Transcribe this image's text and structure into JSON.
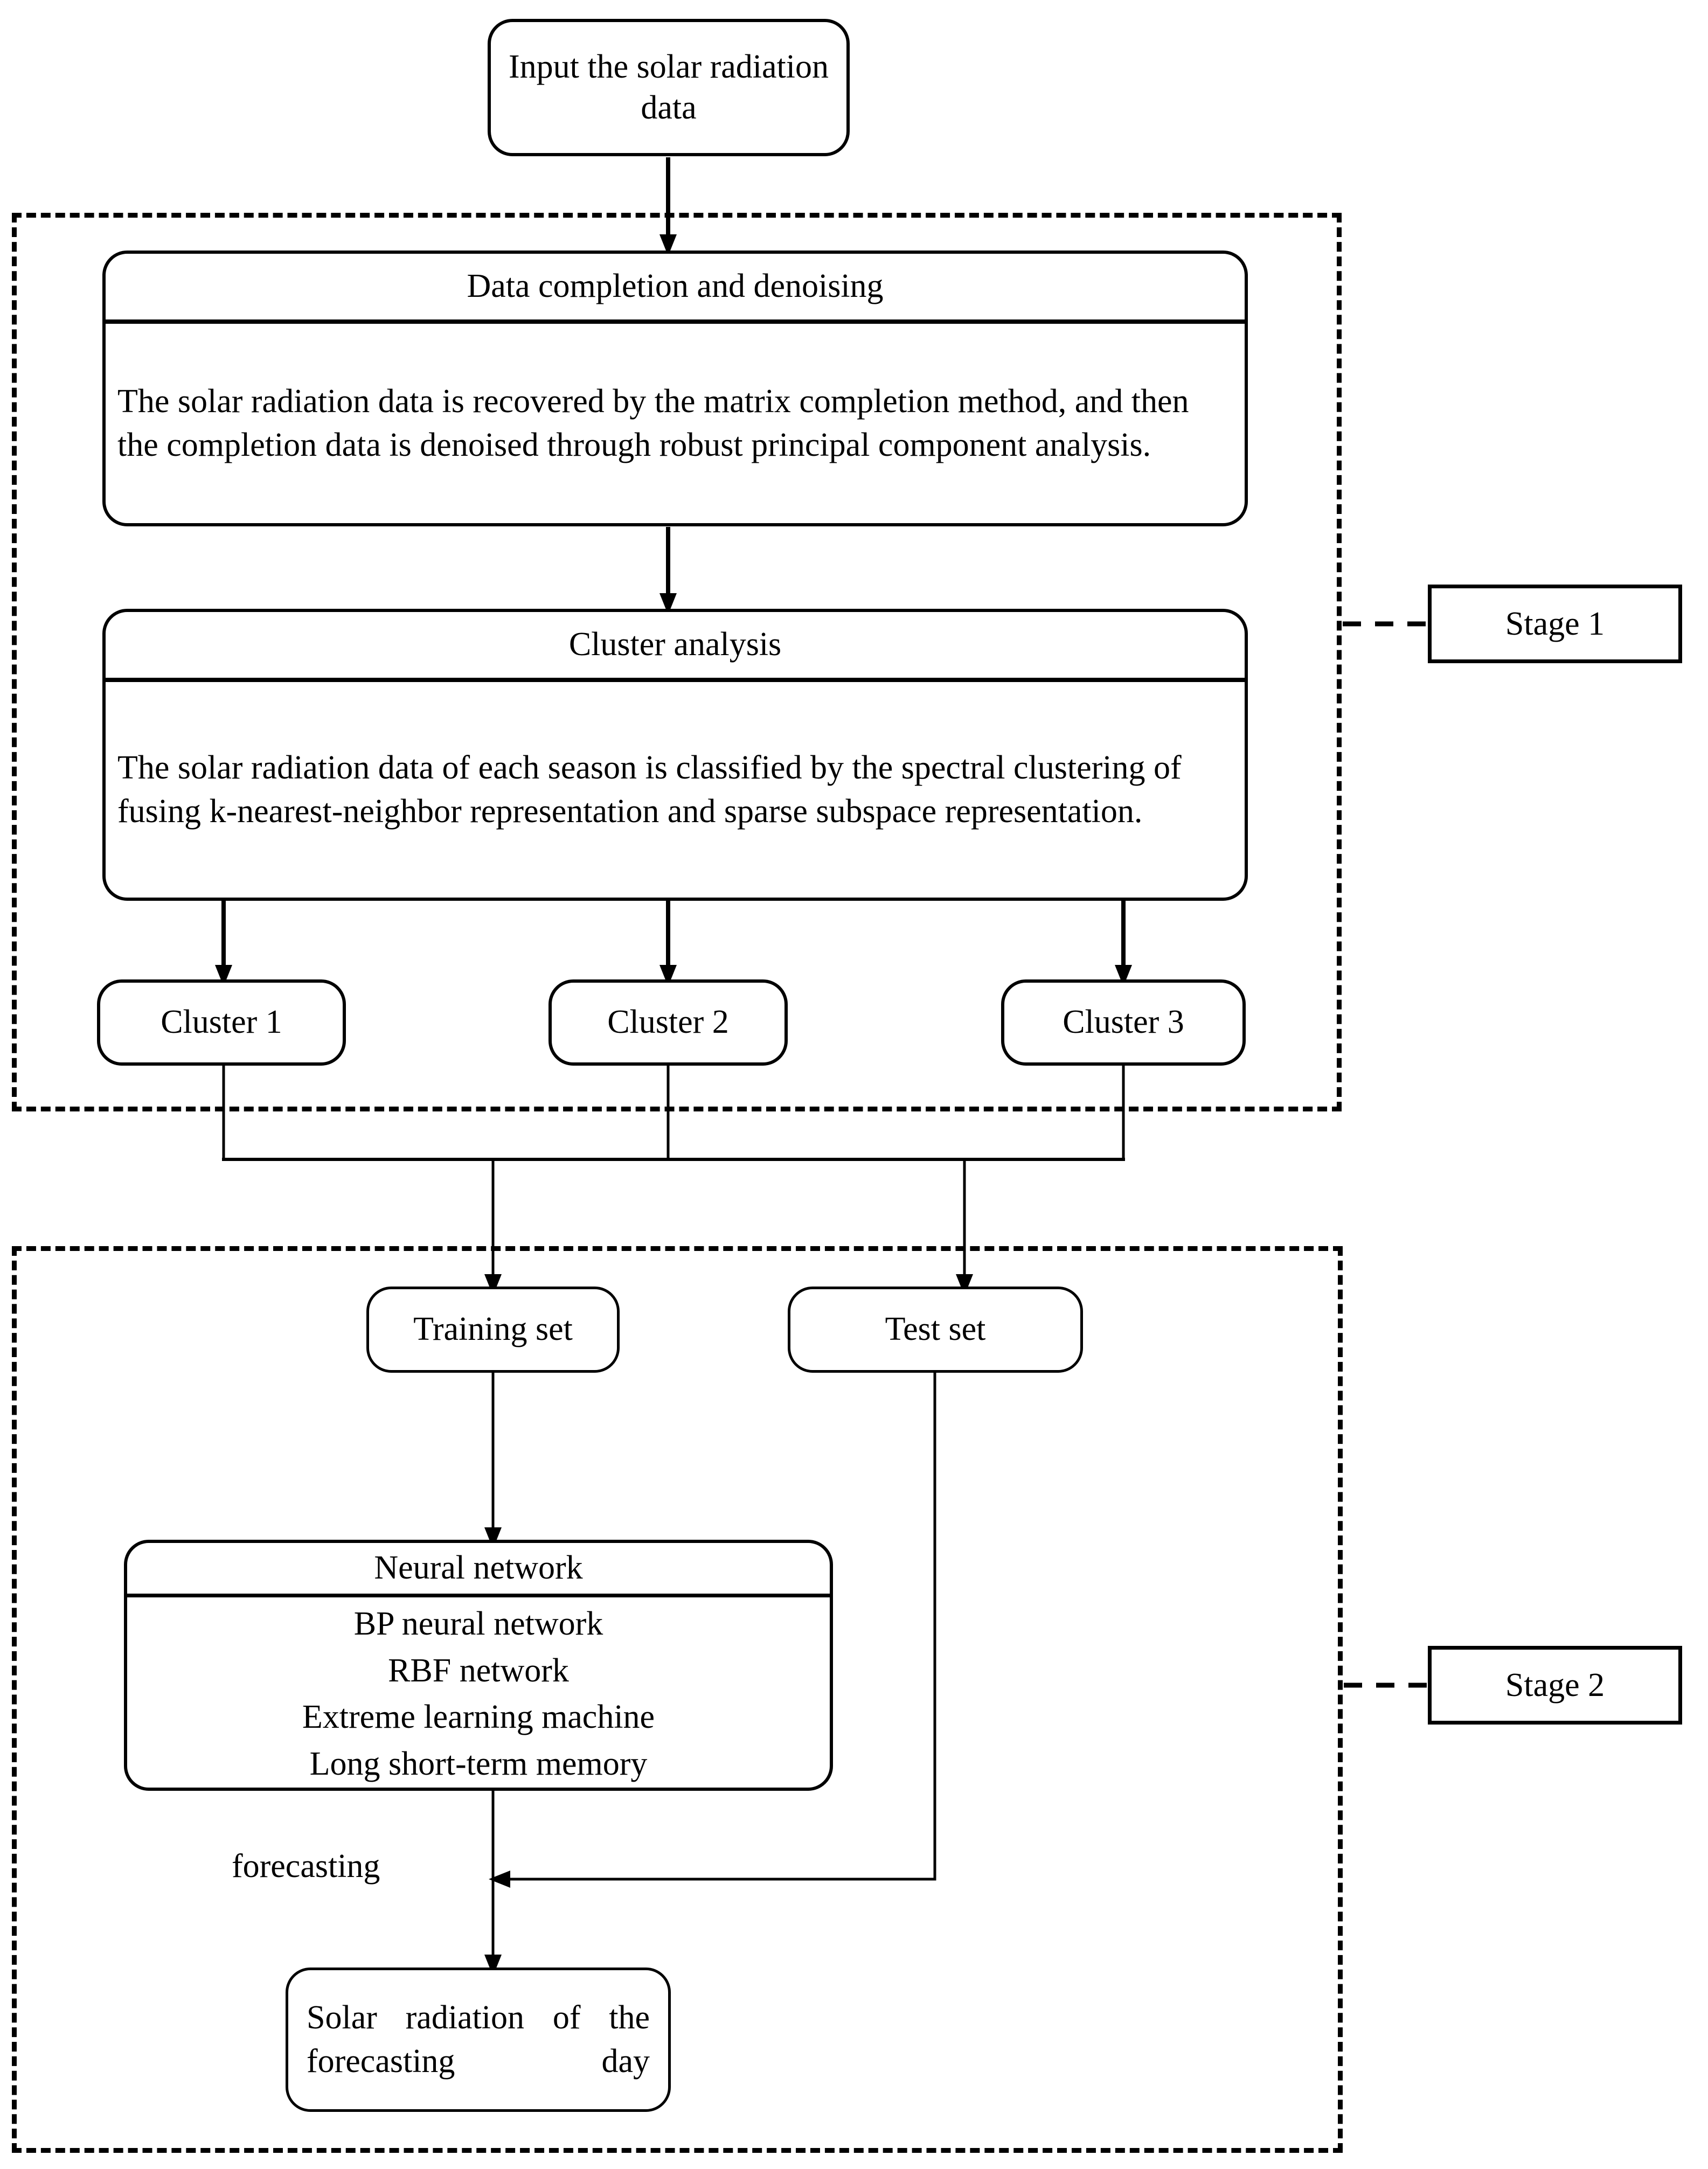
{
  "diagram": {
    "title": "Two-stage solar radiation forecasting flowchart",
    "stroke_color": "#000000",
    "background_color": "#ffffff"
  },
  "nodes": {
    "input": {
      "label": "Input the solar radiation data"
    },
    "data_completion": {
      "header": "Data completion and denoising",
      "body": "The solar radiation data is recovered by the matrix completion method, and then the completion data is denoised through robust principal component analysis."
    },
    "cluster_analysis": {
      "header": "Cluster analysis",
      "body": "The solar radiation data of each season is classified by the spectral clustering of fusing k-nearest-neighbor representation and sparse subspace representation."
    },
    "cluster1": {
      "label": "Cluster 1"
    },
    "cluster2": {
      "label": "Cluster 2"
    },
    "cluster3": {
      "label": "Cluster 3"
    },
    "training_set": {
      "label": "Training set"
    },
    "test_set": {
      "label": "Test set"
    },
    "neural_network": {
      "header": "Neural network",
      "items": [
        "BP neural network",
        "RBF network",
        "Extreme learning machine",
        "Long short-term memory"
      ]
    },
    "output": {
      "label": "Solar radiation of the forecasting day"
    }
  },
  "edge_labels": {
    "forecasting": "forecasting"
  },
  "stages": {
    "stage1": {
      "label": "Stage 1"
    },
    "stage2": {
      "label": "Stage 2"
    }
  }
}
